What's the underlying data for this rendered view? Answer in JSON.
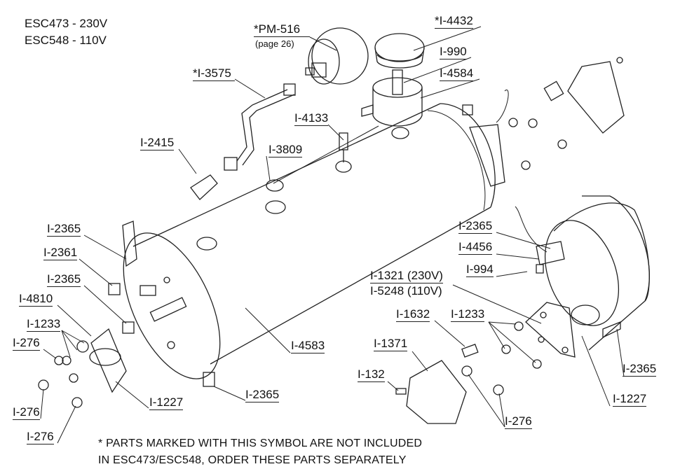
{
  "models": [
    "ESC473 - 230V",
    "ESC548 - 110V"
  ],
  "parts": {
    "pm516": "*PM-516",
    "pm516_page": "(page 26)",
    "i4432": "*I-4432",
    "i990": "I-990",
    "i4584": "I-4584",
    "i3575": "*I-3575",
    "i4133": "I-4133",
    "i2415": "I-2415",
    "i3809": "I-3809",
    "i2365_a": "I-2365",
    "i2361": "I-2361",
    "i2365_b": "I-2365",
    "i4810": "I-4810",
    "i1233_left": "I-1233",
    "i276_a": "I-276",
    "i276_b": "I-276",
    "i276_c": "I-276",
    "i1227_left": "I-1227",
    "i2365_bottom": "I-2365",
    "i4583": "I-4583",
    "i2365_right_top": "I-2365",
    "i4456": "I-4456",
    "i994": "I-994",
    "i1321": "I-1321 (230V)",
    "i5248": "I-5248 (110V)",
    "i1632": "I-1632",
    "i1233_right": "I-1233",
    "i1371": "I-1371",
    "i132": "I-132",
    "i276_right": "I-276",
    "i2365_right": "I-2365",
    "i1227_right": "I-1227"
  },
  "footnote": [
    "* PARTS MARKED WITH THIS SYMBOL ARE NOT INCLUDED",
    "IN ESC473/ESC548, ORDER THESE PARTS SEPARATELY"
  ]
}
